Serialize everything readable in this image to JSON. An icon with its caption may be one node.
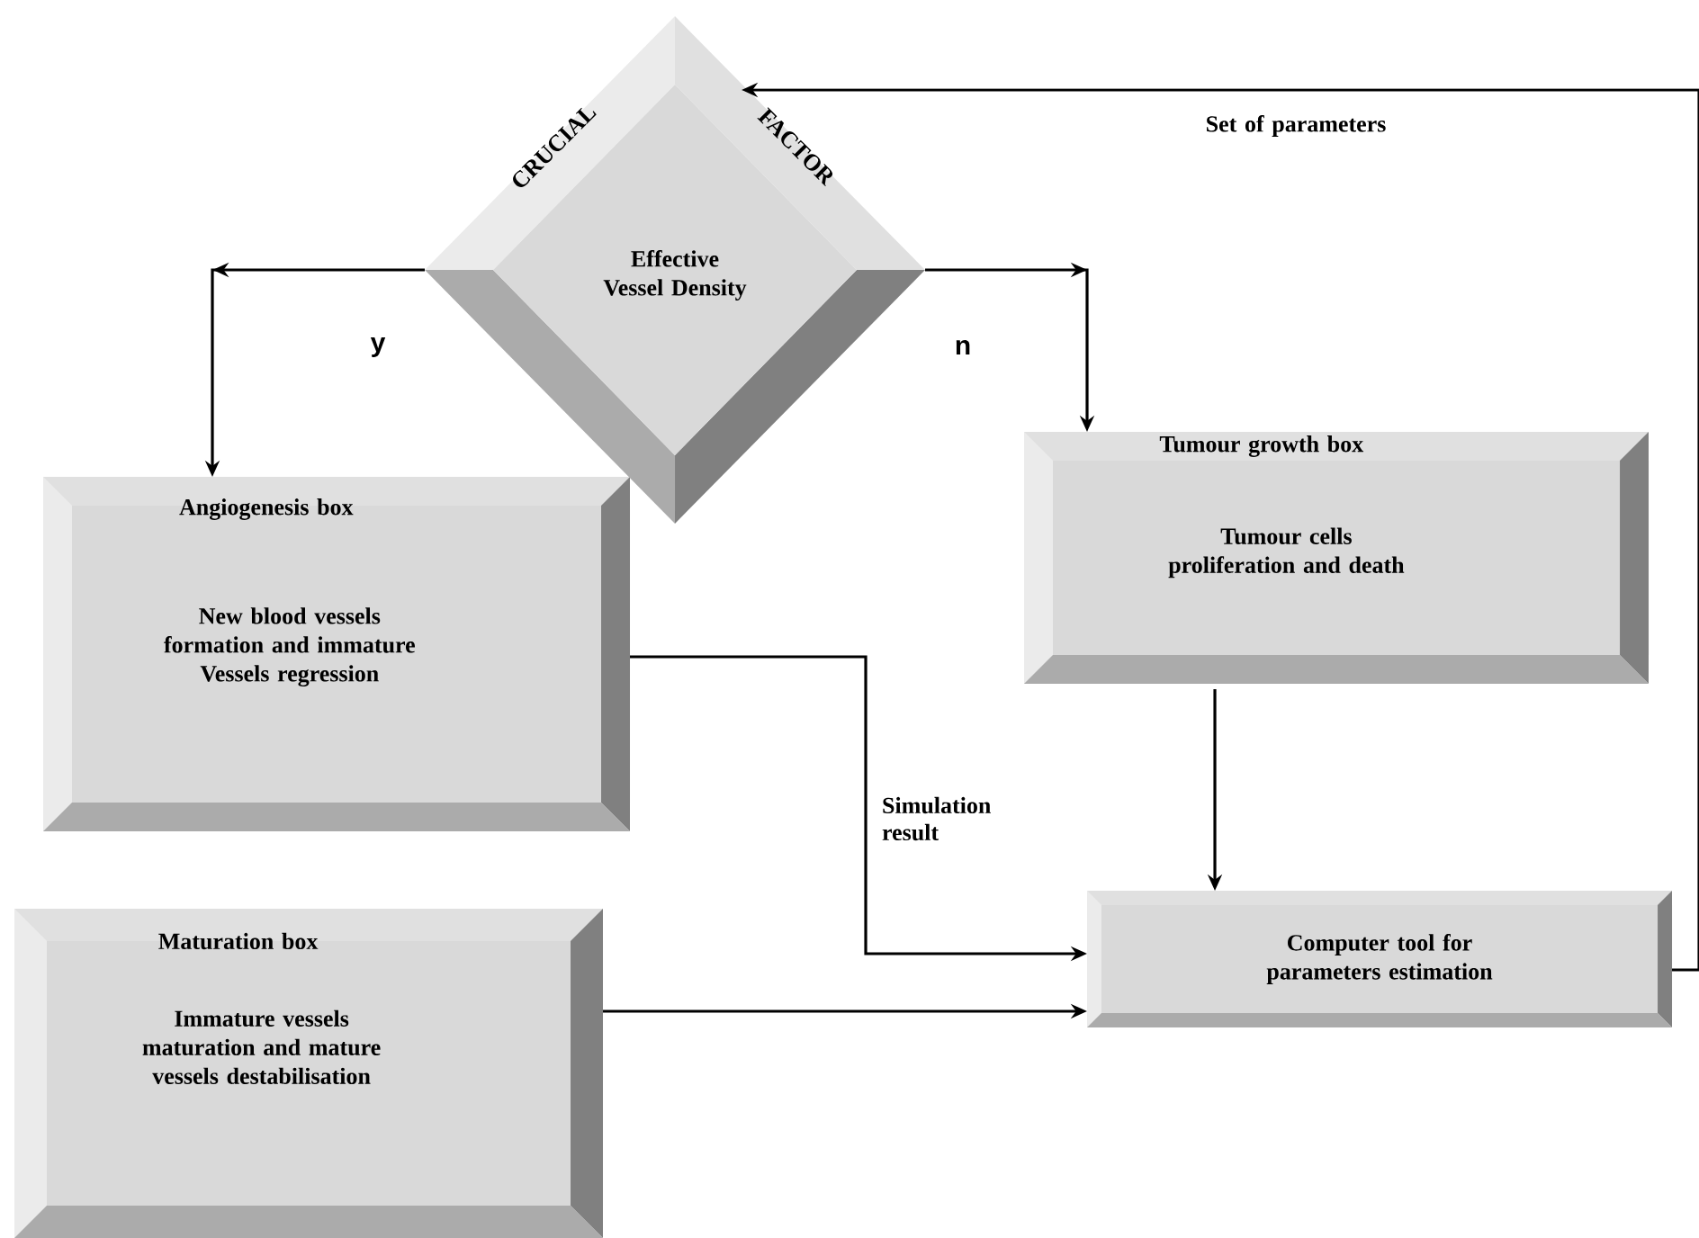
{
  "diagram": {
    "nodes": [
      {
        "text": [
          "CRUCIAL",
          "FACTOR",
          "Effective Vessel Density"
        ]
      },
      {
        "text": [
          "Angiogenesis box",
          "New blood vessels formation and immature Vessels regression"
        ]
      },
      {
        "text": [
          "Tumour growth box",
          "Tumour cells proliferation and death"
        ]
      },
      {
        "text": [
          "Maturation box",
          "Immature vessels maturation and mature vessels destabilisation"
        ]
      },
      {
        "text": [
          "Computer tool for parameters estimation"
        ]
      }
    ],
    "edges": [
      {
        "from": 0,
        "to": 1,
        "arrow": "to",
        "label": "y"
      },
      {
        "from": 0,
        "to": 2,
        "arrow": "to",
        "label": "n"
      },
      {
        "from": 1,
        "to": 4,
        "arrow": "to",
        "label": "Simulation result"
      },
      {
        "from": 2,
        "to": 4,
        "arrow": "to"
      },
      {
        "from": 3,
        "to": 4,
        "arrow": "to"
      },
      {
        "from": 4,
        "to": 0,
        "arrow": "to",
        "label": "Set of parameters"
      }
    ]
  }
}
